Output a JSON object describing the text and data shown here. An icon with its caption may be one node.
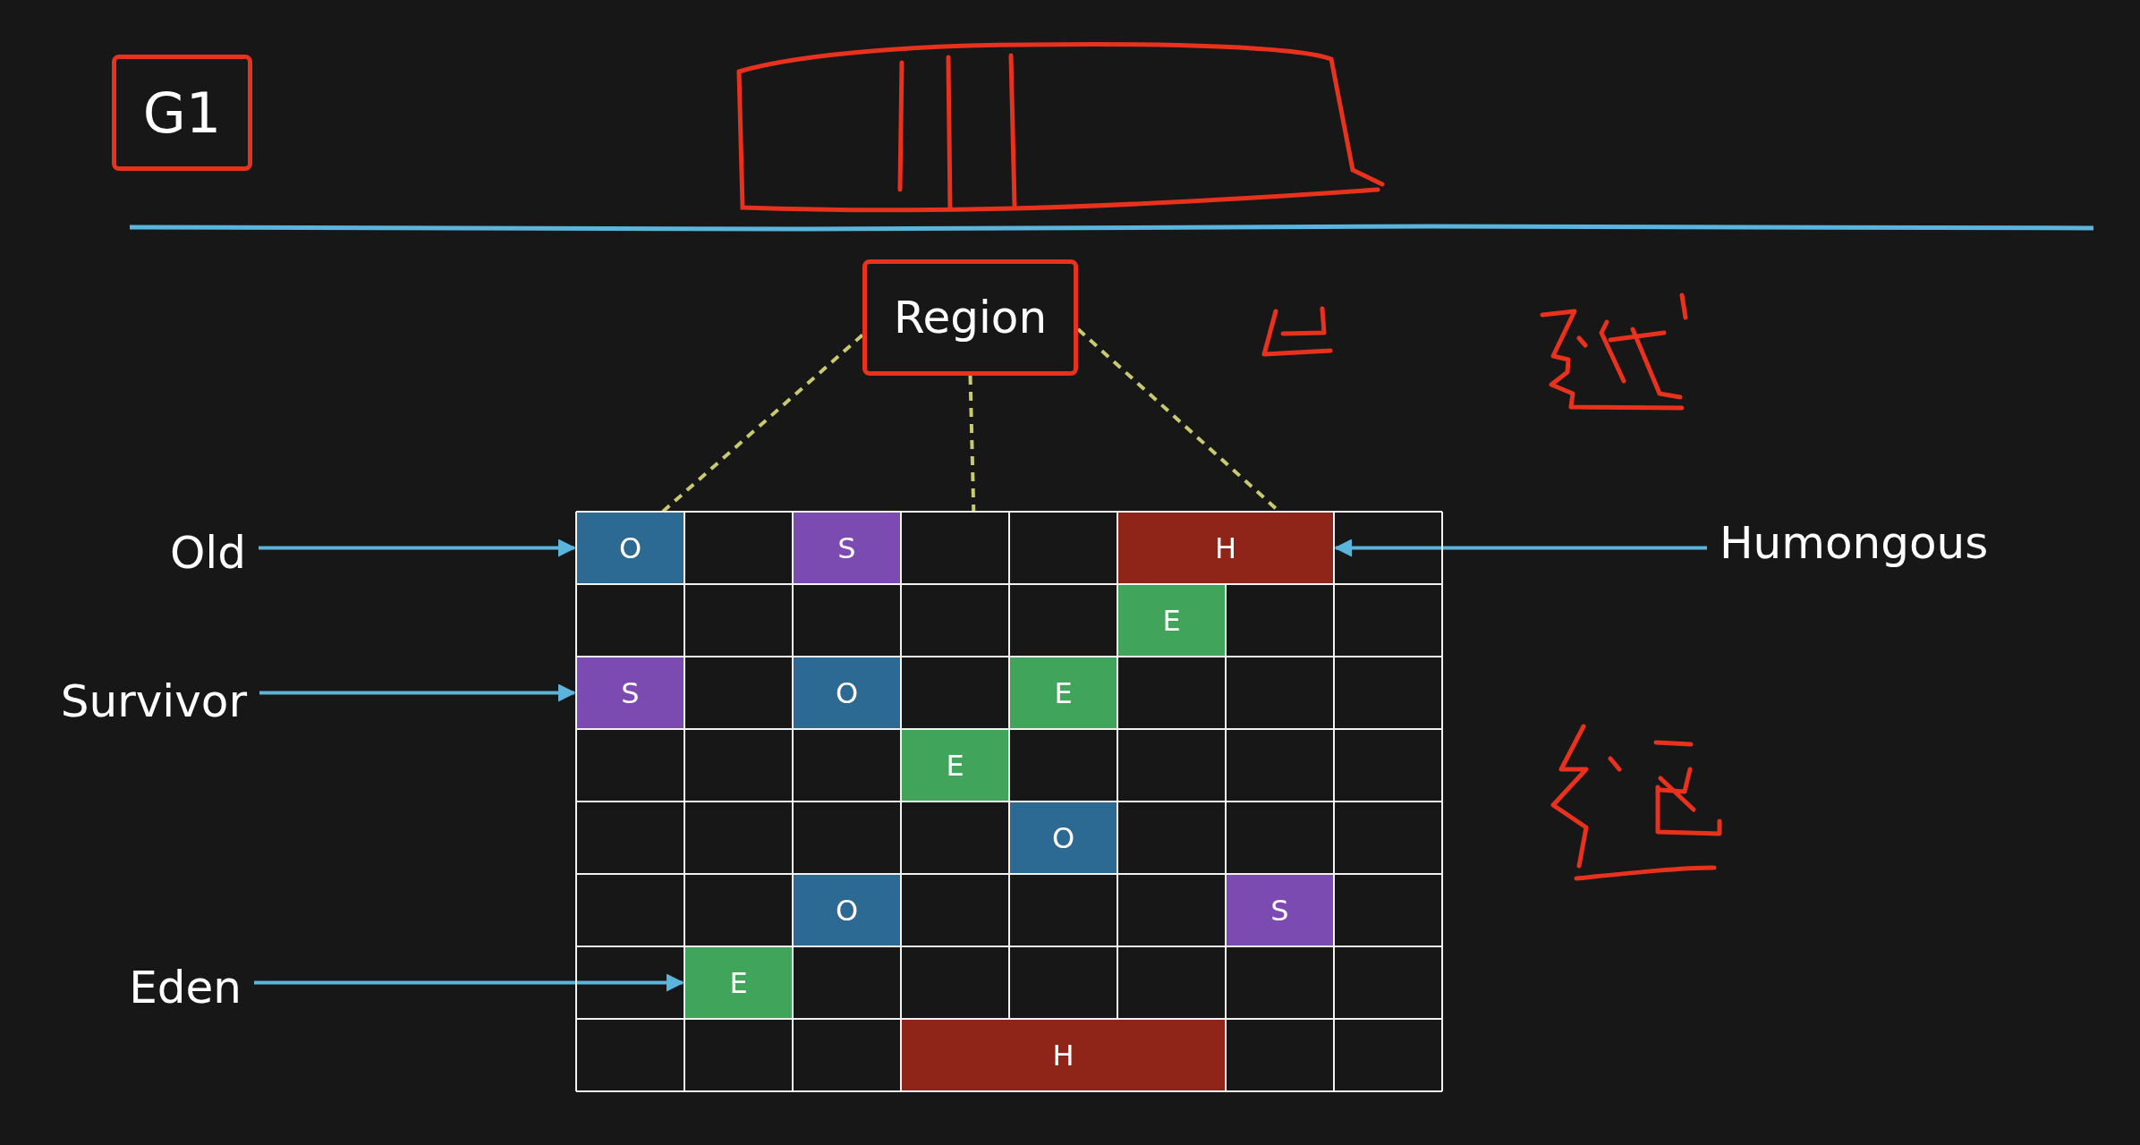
{
  "diagram": {
    "nodes": [
      {
        "text": [
          "G1"
        ]
      },
      {
        "text": [
          "Region"
        ]
      },
      {
        "text": [],
        "shape": "box"
      },
      {
        "text": [
          "O"
        ],
        "in": 2
      },
      {
        "text": [
          "S"
        ],
        "in": 2
      },
      {
        "text": [
          "H"
        ],
        "in": 2
      },
      {
        "text": [
          "E"
        ],
        "in": 2
      },
      {
        "text": [
          "S"
        ],
        "in": 2
      },
      {
        "text": [
          "O"
        ],
        "in": 2
      },
      {
        "text": [
          "E"
        ],
        "in": 2
      },
      {
        "text": [
          "E"
        ],
        "in": 2
      },
      {
        "text": [
          "O"
        ],
        "in": 2
      },
      {
        "text": [
          "O"
        ],
        "in": 2
      },
      {
        "text": [
          "S"
        ],
        "in": 2
      },
      {
        "text": [
          "E"
        ],
        "in": 2
      },
      {
        "text": [
          "H"
        ],
        "in": 2
      },
      {
        "text": [
          "Old"
        ]
      },
      {
        "text": [
          "Survivor"
        ]
      },
      {
        "text": [
          "Eden"
        ]
      },
      {
        "text": [
          "Humongous"
        ]
      }
    ],
    "edges": [
      {
        "from": 1,
        "to": 2,
        "arrow": "none",
        "style": "dashed",
        "color": "#c9c970"
      },
      {
        "from": 1,
        "to": 2,
        "arrow": "none",
        "style": "dashed",
        "color": "#c9c970"
      },
      {
        "from": 1,
        "to": 2,
        "arrow": "none",
        "style": "dashed",
        "color": "#c9c970"
      },
      {
        "from": 16,
        "to": 3,
        "arrow": "to"
      },
      {
        "from": 17,
        "to": 7,
        "arrow": "to"
      },
      {
        "from": 18,
        "to": 14,
        "arrow": "to"
      },
      {
        "from": 19,
        "to": 5,
        "arrow": "to"
      }
    ]
  }
}
